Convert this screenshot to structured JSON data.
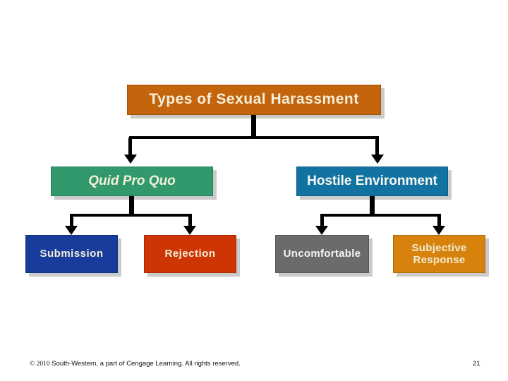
{
  "slide": {
    "background_color": "#FFFFFF",
    "shadow_color": "#CBCBCB",
    "connector_color": "#000000",
    "title_box": {
      "label": "Types of Sexual Harassment",
      "bg_color": "#C4650E",
      "text_color": "#F5EFD9"
    },
    "level2_boxes": [
      {
        "label": "Quid Pro Quo",
        "bg_color": "#31996B",
        "text_color": "#F2EFD8",
        "parent": "Types of Sexual Harassment"
      },
      {
        "label": "Hostile Environment",
        "bg_color": "#1273A3",
        "text_color": "#F8F8F0",
        "parent": "Types of Sexual Harassment"
      }
    ],
    "level3_boxes": [
      {
        "label": "Submission",
        "bg_color": "#183C9C",
        "text_color": "#F2EFD8",
        "parent": "Quid Pro Quo"
      },
      {
        "label": "Rejection",
        "bg_color": "#CE3505",
        "text_color": "#F2EFD8",
        "parent": "Quid Pro Quo"
      },
      {
        "label": "Uncomfortable",
        "bg_color": "#6B6B6B",
        "text_color": "#F5F5F5",
        "parent": "Hostile Environment"
      },
      {
        "label": "Subjective Response",
        "bg_color": "#D6820D",
        "text_color": "#F4EDD4",
        "parent": "Hostile Environment"
      }
    ],
    "footer": {
      "copyright_prefix": "© 2010",
      "copyright_text": "South-Western, a part of Cengage Learning. All rights reserved.",
      "page_number": "21"
    }
  }
}
